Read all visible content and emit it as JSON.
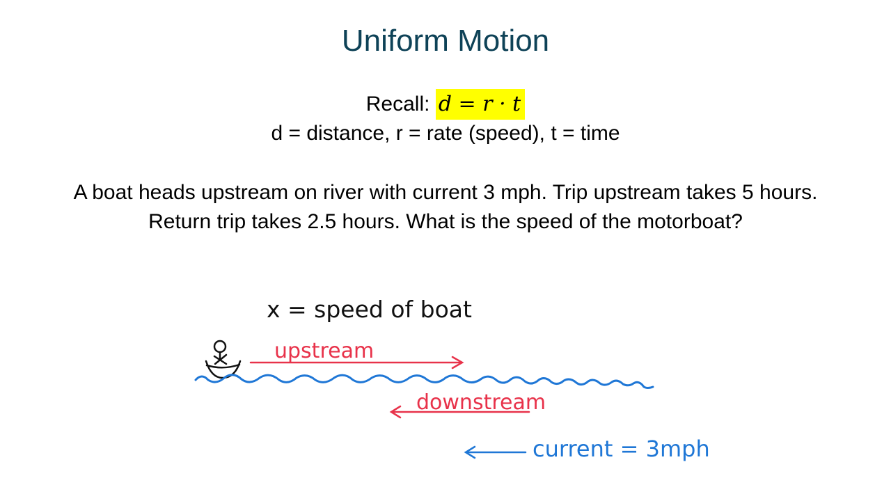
{
  "slide": {
    "title": "Uniform Motion",
    "recall_label": "Recall:",
    "formula": "d = r · t",
    "definitions": "d = distance,  r = rate (speed),  t = time",
    "problem": "A boat heads upstream on river with current 3 mph. Trip upstream takes 5 hours. Return trip takes 2.5 hours. What is the speed of the motorboat?"
  },
  "annotations": {
    "variable_definition": "x = speed of boat",
    "upstream_label": "upstream",
    "downstream_label": "downstream",
    "current_label": "current = 3mph"
  },
  "colors": {
    "title": "#0e4257",
    "highlight": "#ffff00",
    "ink_black": "#111111",
    "ink_red": "#e8324a",
    "ink_blue": "#1f77d6"
  }
}
